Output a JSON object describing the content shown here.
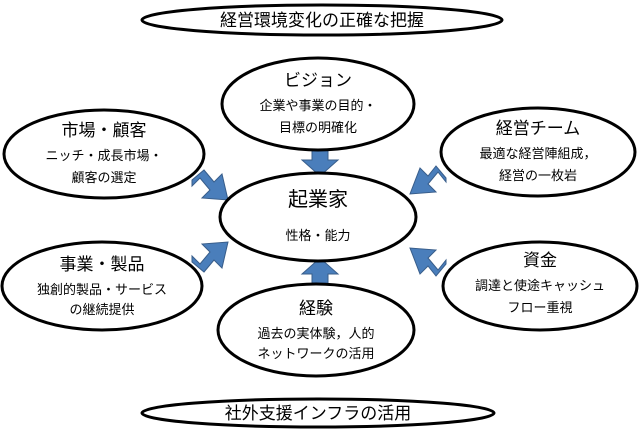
{
  "banner_top": {
    "text": "経営環境変化の正確な把握"
  },
  "banner_bottom": {
    "text": "社外支援インフラの活用"
  },
  "center": {
    "title": "起業家",
    "sub": "性格・能力"
  },
  "nodes": {
    "vision": {
      "title": "ビジョン",
      "line1": "企業や事業の目的・",
      "line2": "目標の明確化"
    },
    "market": {
      "title": "市場・顧客",
      "line1": "ニッチ・成長市場・",
      "line2": "顧客の選定"
    },
    "team": {
      "title": "経営チーム",
      "line1": "最適な経営陣組成，",
      "line2": "経営の一枚岩"
    },
    "product": {
      "title": "事業・製品",
      "line1": "独創的製品・サービス",
      "line2": "の継続提供"
    },
    "funds": {
      "title": "資金",
      "line1": "調達と使途キャッシュ",
      "line2": "フロー重視"
    },
    "experience": {
      "title": "経験",
      "line1": "過去の実体験，人的",
      "line2": "ネットワークの活用"
    }
  },
  "colors": {
    "arrow_fill": "#4a7ebb",
    "arrow_stroke": "#385d8a",
    "outline": "#000000"
  }
}
